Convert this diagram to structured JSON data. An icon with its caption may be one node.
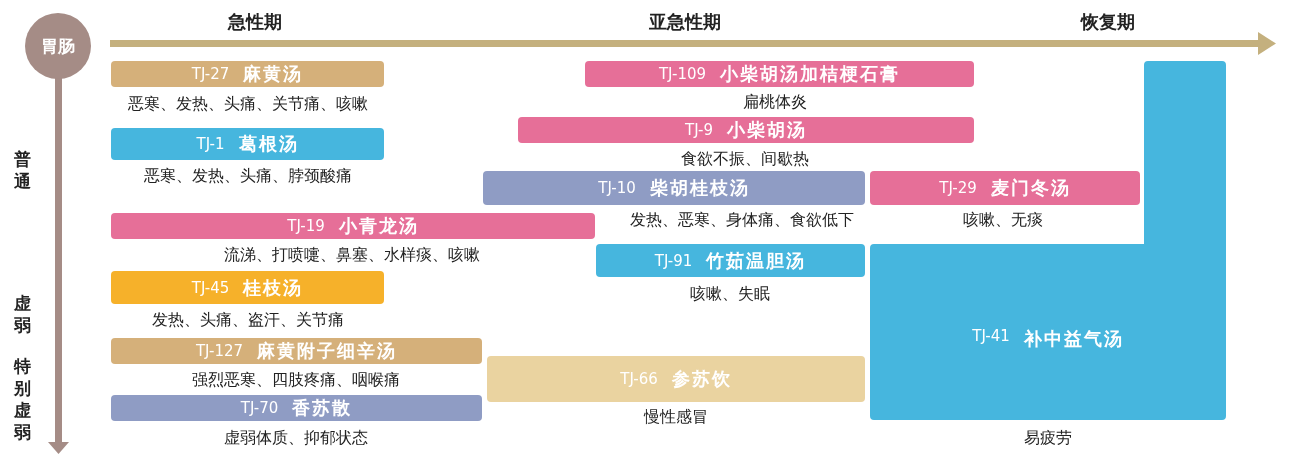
{
  "diagram": {
    "nodes": [
      {
        "text": [
          "胃肠"
        ]
      },
      {
        "text": [
          "TJ-27",
          "麻黄汤"
        ],
        "beside": [
          "恶寒、发热、头痛、关节痛、咳嗽"
        ]
      },
      {
        "text": [
          "TJ-1",
          "葛根汤"
        ],
        "beside": [
          "恶寒、发热、头痛、脖颈酸痛"
        ]
      },
      {
        "text": [
          "TJ-19",
          "小青龙汤"
        ],
        "beside": [
          "流涕、打喷嚏、鼻塞、水样痰、咳嗽"
        ]
      },
      {
        "text": [
          "TJ-45",
          "桂枝汤"
        ],
        "beside": [
          "发热、头痛、盗汗、关节痛"
        ]
      },
      {
        "text": [
          "TJ-127",
          "麻黄附子细辛汤"
        ],
        "beside": [
          "强烈恶寒、四肢疼痛、咽喉痛"
        ]
      },
      {
        "text": [
          "TJ-70",
          "香苏散"
        ],
        "beside": [
          "虚弱体质、抑郁状态"
        ]
      },
      {
        "text": [
          "TJ-109",
          "小柴胡汤加桔梗石膏"
        ],
        "beside": [
          "扁桃体炎"
        ]
      },
      {
        "text": [
          "TJ-9",
          "小柴胡汤"
        ],
        "beside": [
          "食欲不振、间歇热"
        ]
      },
      {
        "text": [
          "TJ-10",
          "柴胡桂枝汤"
        ],
        "beside": [
          "发热、恶寒、身体痛、食欲低下"
        ]
      },
      {
        "text": [
          "TJ-29",
          "麦门冬汤"
        ],
        "beside": [
          "咳嗽、无痰"
        ]
      },
      {
        "text": [
          "TJ-91",
          "竹茹温胆汤"
        ],
        "beside": [
          "咳嗽、失眠"
        ]
      },
      {
        "text": [
          "TJ-66",
          "参苏饮"
        ],
        "beside": [
          "慢性感冒"
        ]
      },
      {
        "text": [
          "TJ-41",
          "补中益气汤"
        ],
        "beside": [
          "易疲劳"
        ]
      }
    ],
    "edges": [],
    "labels": [
      "急性期",
      "亚急性期",
      "恢复期",
      "普通",
      "虚弱",
      "特别虚弱"
    ]
  }
}
